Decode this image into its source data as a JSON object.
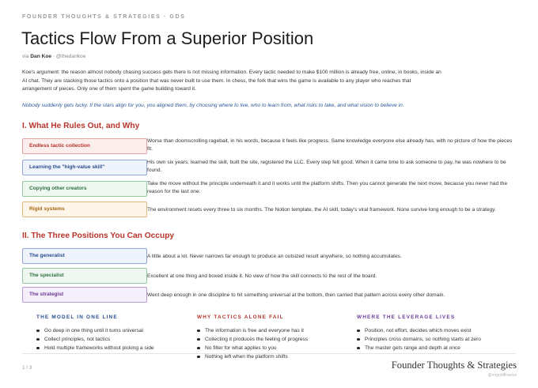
{
  "header": {
    "kicker": "FOUNDER THOUGHTS & STRATEGIES · GDS",
    "title": "Tactics Flow From a Superior Position",
    "byline_prefix": "via",
    "author": "Dan Koe",
    "handle": "· @thedankoe"
  },
  "lead": "Koe's argument: the reason almost nobody chasing success gets there is not missing information. Every tactic needed to make $100 million is already free, online, in books, inside an AI chat. They are stacking those tactics onto a position that was never built to use them. In chess, the fork that wins the game is available to any player who reaches that arrangement of pieces. Only one of them spent the game building toward it.",
  "quote": "Nobody suddenly gets lucky. If the stars align for you, you aligned them, by choosing where to live, who to learn from, what risks to take, and what vision to believe in.",
  "sections": [
    {
      "heading": "I. What He Rules Out, and Why",
      "rows": [
        {
          "label": "Endless tactic collection",
          "desc": "Worse than doomscrolling ragebait, in his words, because it feels like progress. Same knowledge everyone else already has, with no picture of how the pieces fit."
        },
        {
          "label": "Learning the \"high-value skill\"",
          "desc": "His own six years: learned the skill, built the site, registered the LLC. Every step felt good. When it came time to ask someone to pay, he was nowhere to be found."
        },
        {
          "label": "Copying other creators",
          "desc": "Take the move without the principle underneath it and it works until the platform shifts. Then you cannot generate the next move, because you never had the reason for the last one."
        },
        {
          "label": "Rigid systems",
          "desc": "The environment resets every three to six months. The Notion template, the AI skill, today's viral framework. None survive long enough to be a strategy."
        }
      ]
    },
    {
      "heading": "II. The Three Positions You Can Occupy",
      "rows": [
        {
          "label": "The generalist",
          "desc": "A little about a lot. Never narrows far enough to produce an outsized result anywhere, so nothing accumulates."
        },
        {
          "label": "The specialist",
          "desc": "Excellent at one thing and boxed inside it. No view of how the skill connects to the rest of the board."
        },
        {
          "label": "The strategist",
          "desc": "Went deep enough in one discipline to hit something universal at the bottom, then carried that pattern across every other domain."
        }
      ]
    }
  ],
  "columns": [
    {
      "heading": "THE MODEL IN ONE LINE",
      "color": "#2a4d8f",
      "items": [
        "Go deep in one thing until it turns universal",
        "Collect principles, not tactics",
        "Hold multiple frameworks without picking a side"
      ]
    },
    {
      "heading": "WHY TACTICS ALONE FAIL",
      "color": "#b3332d",
      "items": [
        "The information is free and everyone has it",
        "Collecting it produces the feeling of progress",
        "No filter for what applies to you",
        "Nothing left when the platform shifts"
      ]
    },
    {
      "heading": "WHERE THE LEVERAGE LIVES",
      "color": "#6a3b98",
      "items": [
        "Position, not effort, decides which moves exist",
        "Principles cross domains, so nothing starts at zero",
        "The master gets range and depth at once"
      ]
    }
  ],
  "footer": {
    "page": "1 / 3",
    "brand": "Founder Thoughts & Strategies",
    "handle": "@mrgoldfinance"
  }
}
